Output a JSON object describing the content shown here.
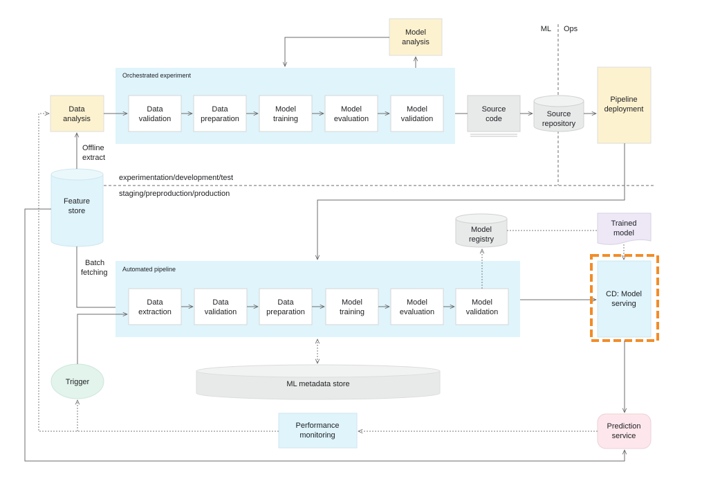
{
  "labels": {
    "ml": "ML",
    "ops": "Ops",
    "env_top": "experimentation/development/test",
    "env_bottom": "staging/preproduction/production",
    "offline_1": "Offline",
    "offline_2": "extract",
    "batch_1": "Batch",
    "batch_2": "fetching"
  },
  "orchestrated": {
    "title": "Orchestrated experiment",
    "steps": [
      {
        "l1": "Data",
        "l2": "validation"
      },
      {
        "l1": "Data",
        "l2": "preparation"
      },
      {
        "l1": "Model",
        "l2": "training"
      },
      {
        "l1": "Model",
        "l2": "evaluation"
      },
      {
        "l1": "Model",
        "l2": "validation"
      }
    ]
  },
  "automated": {
    "title": "Automated pipeline",
    "steps": [
      {
        "l1": "Data",
        "l2": "extraction"
      },
      {
        "l1": "Data",
        "l2": "validation"
      },
      {
        "l1": "Data",
        "l2": "preparation"
      },
      {
        "l1": "Model",
        "l2": "training"
      },
      {
        "l1": "Model",
        "l2": "evaluation"
      },
      {
        "l1": "Model",
        "l2": "validation"
      }
    ]
  },
  "nodes": {
    "model_analysis": {
      "l1": "Model",
      "l2": "analysis"
    },
    "data_analysis": {
      "l1": "Data",
      "l2": "analysis"
    },
    "source_code": {
      "l1": "Source",
      "l2": "code"
    },
    "source_repo": {
      "l1": "Source",
      "l2": "repository"
    },
    "pipeline_deploy": {
      "l1": "Pipeline",
      "l2": "deployment"
    },
    "feature_store": {
      "l1": "Feature",
      "l2": "store"
    },
    "model_registry": {
      "l1": "Model",
      "l2": "registry"
    },
    "trained_model": {
      "l1": "Trained",
      "l2": "model"
    },
    "cd_serving": {
      "l1": "CD: Model",
      "l2": "serving"
    },
    "trigger": {
      "l1": "Trigger"
    },
    "metadata_store": {
      "l1": "ML metadata store"
    },
    "perf_monitoring": {
      "l1": "Performance",
      "l2": "monitoring"
    },
    "prediction_service": {
      "l1": "Prediction",
      "l2": "service"
    }
  },
  "colors": {
    "panel": "#dff4fb",
    "yellow": "#fdf2cf",
    "grey": "#e8eaea",
    "green": "#e2f4ec",
    "pink": "#fde7ec",
    "lavender": "#ede7f6",
    "highlight": "#f28c28"
  }
}
